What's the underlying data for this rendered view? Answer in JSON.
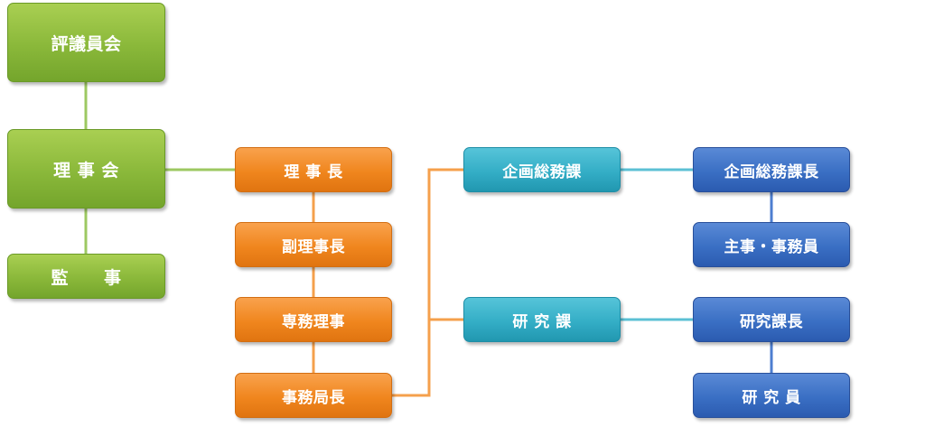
{
  "colors": {
    "green": "#8ab83a",
    "orange": "#f0861e",
    "teal": "#34aec6",
    "blue": "#3a6fc4",
    "line_green": "#9dc862",
    "line_orange": "#f5a04c",
    "line_teal": "#5cc0d4",
    "line_blue": "#4d7ed0"
  },
  "nodes": {
    "council": "評議員会",
    "board": "理 事 会",
    "auditor": "監　　事",
    "chair": "理 事 長",
    "vice_chair": "副理事長",
    "executive_director": "専務理事",
    "secretary_general": "事務局長",
    "planning_division": "企画総務課",
    "research_division": "研 究 課",
    "planning_head": "企画総務課長",
    "general_staff": "主事・事務員",
    "research_head": "研究課長",
    "researcher": "研 究 員"
  }
}
